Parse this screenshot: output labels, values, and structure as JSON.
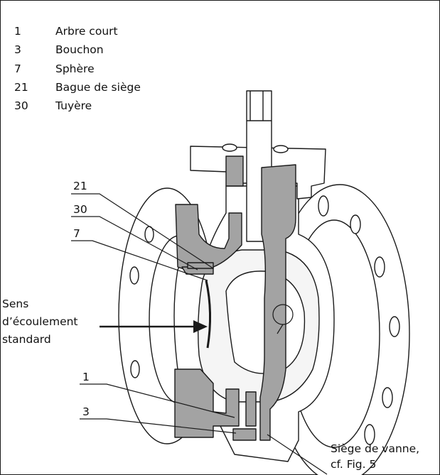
{
  "legend": [
    {
      "num": "1",
      "text": "Arbre court"
    },
    {
      "num": "3",
      "text": "Bouchon"
    },
    {
      "num": "7",
      "text": "Sphère"
    },
    {
      "num": "21",
      "text": "Bague de siège"
    },
    {
      "num": "30",
      "text": "Tuyère"
    }
  ],
  "callouts": {
    "c21": "21",
    "c30": "30",
    "c7": "7",
    "c1": "1",
    "c3": "3"
  },
  "flow": {
    "line1": "Sens",
    "line2": "d’écoulement",
    "line3": "standard"
  },
  "seat": {
    "line1": "Siège de vanne,",
    "line2": "cf. Fig. 5"
  },
  "colors": {
    "section": "#a3a3a3",
    "outline": "#1a1a1a",
    "body": "#ffffff"
  }
}
